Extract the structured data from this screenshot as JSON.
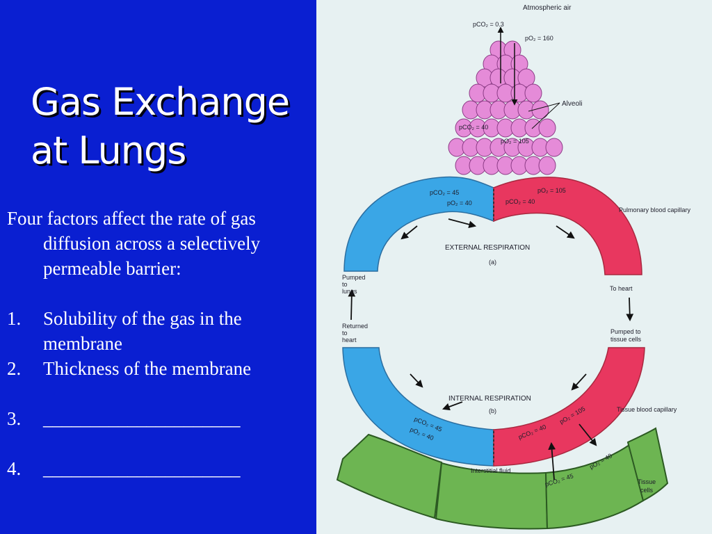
{
  "title": {
    "line1": "Gas Exchange",
    "line2": "at Lungs"
  },
  "intro": "Four factors affect the rate of gas diffusion across a selectively permeable barrier:",
  "factors": [
    {
      "num": "1.",
      "text": "Solubility of the gas in the membrane"
    },
    {
      "num": "2.",
      "text": "Thickness of the membrane"
    },
    {
      "num": "3.",
      "text": "_____________________"
    },
    {
      "num": "4.",
      "text": "_____________________"
    }
  ],
  "diagram": {
    "atmospheric_air": "Atmospheric air",
    "atm_pco2": "pCO₂ = 0.3",
    "atm_po2": "pO₂ = 160",
    "alveoli": "Alveoli",
    "alv_pco2": "pCO₂ = 40",
    "alv_po2": "pO₂ = 105",
    "pulm_left_pco2": "pCO₂ = 45",
    "pulm_left_po2": "pO₂ = 40",
    "pulm_right_po2": "pO₂ = 105",
    "pulm_right_pco2": "pCO₂ = 40",
    "pulmonary_capillary": "Pulmonary blood capillary",
    "external_respiration": "EXTERNAL RESPIRATION",
    "label_a": "(a)",
    "pumped_to_lungs": [
      "Pumped",
      "to",
      "lungs"
    ],
    "to_heart": "To heart",
    "returned_to_heart": [
      "Returned",
      "to",
      "heart"
    ],
    "pumped_to_tissue": [
      "Pumped to",
      "tissue cells"
    ],
    "internal_respiration": "INTERNAL RESPIRATION",
    "label_b": "(b)",
    "tissue_capillary": "Tissue blood capillary",
    "tis_left_pco2": "pCO₂ = 45",
    "tis_left_po2": "pO₂ = 40",
    "tis_right_pco2": "pCO₂ = 40",
    "tis_right_po2": "pO₂ = 105",
    "interstitial_fluid": "Interstitial fluid",
    "int_pco2": "pCO₂ = 45",
    "int_po2": "pO₂ = 40",
    "tissue_cells": [
      "Tissue",
      "cells"
    ]
  },
  "colors": {
    "background": "#0a1fd1",
    "deoxygenated": "#3aa6e6",
    "oxygenated": "#e8375f",
    "alveoli": "#e58bd8",
    "tissue": "#6db552"
  }
}
